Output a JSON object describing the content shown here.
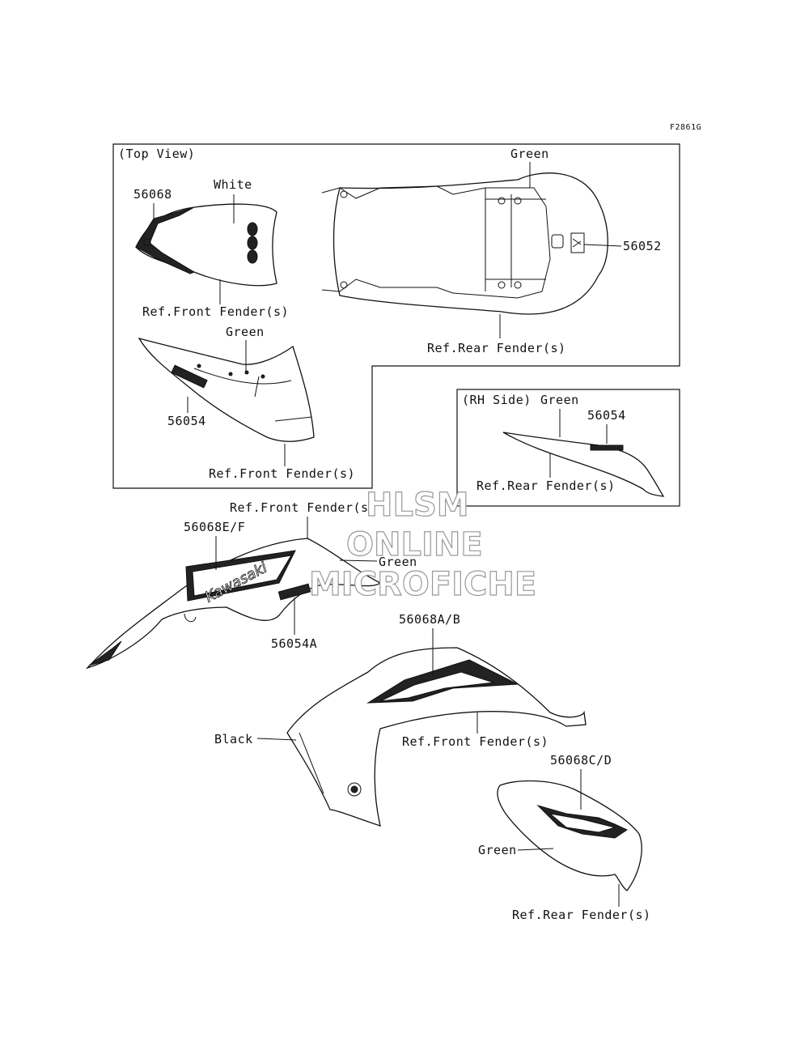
{
  "figure_code": "F2861G",
  "top_view": {
    "title": "(Top View)",
    "front_decal": {
      "part_no": "56068",
      "color": "White",
      "ref": "Ref.Front Fender(s)"
    },
    "rear_decal": {
      "color": "Green",
      "part_no": "56052",
      "ref": "Ref.Rear Fender(s)"
    },
    "front_side_decal": {
      "color": "Green",
      "part_no": "56054",
      "ref": "Ref.Front Fender(s)"
    }
  },
  "rh_side": {
    "title": "(RH Side)",
    "color": "Green",
    "part_no": "56054",
    "ref": "Ref.Rear Fender(s)"
  },
  "cowl_upper": {
    "ref": "Ref.Front Fender(s)",
    "part_no": "56068E/F",
    "color": "Green",
    "part_no_b": "56054A",
    "brand_text": "Kawasaki"
  },
  "fairing": {
    "part_no": "56068A/B",
    "color": "Black",
    "ref": "Ref.Front Fender(s)"
  },
  "tail": {
    "part_no": "56068C/D",
    "color": "Green",
    "ref": "Ref.Rear Fender(s)"
  },
  "watermark": {
    "line1": "HLSM",
    "line2": "ONLINE",
    "line3": "MICROFICHE"
  }
}
